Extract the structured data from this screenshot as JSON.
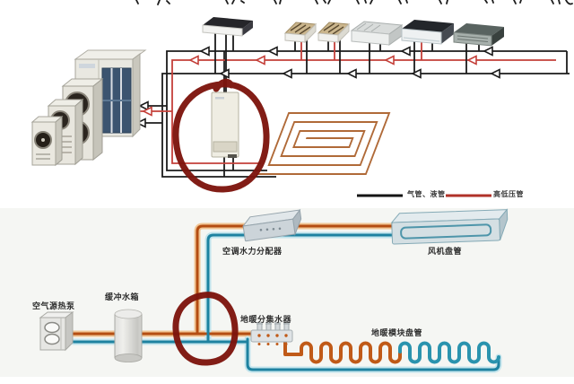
{
  "legend": {
    "items": [
      {
        "label": "气管、液管",
        "color": "#141414"
      },
      {
        "label": "高低压管",
        "color": "#b03228"
      }
    ]
  },
  "equipment_labels": {
    "hydraulic_distributor": "空调水力分配器",
    "fan_coil": "风机盘管",
    "air_source_heat_pump": "空气源热泵",
    "buffer_tank": "缓冲水箱",
    "floor_heating_manifold": "地暖分集水器",
    "floor_heating_coil": "地暖模块盘管"
  },
  "colors": {
    "highlight_circle": "#7d140c",
    "refrigerant_line_black": "#1b1b1b",
    "refrigerant_line_red": "#c4403a",
    "hot_water_pipe": "#b44d12",
    "cold_water_pipe": "#1e82a0"
  }
}
